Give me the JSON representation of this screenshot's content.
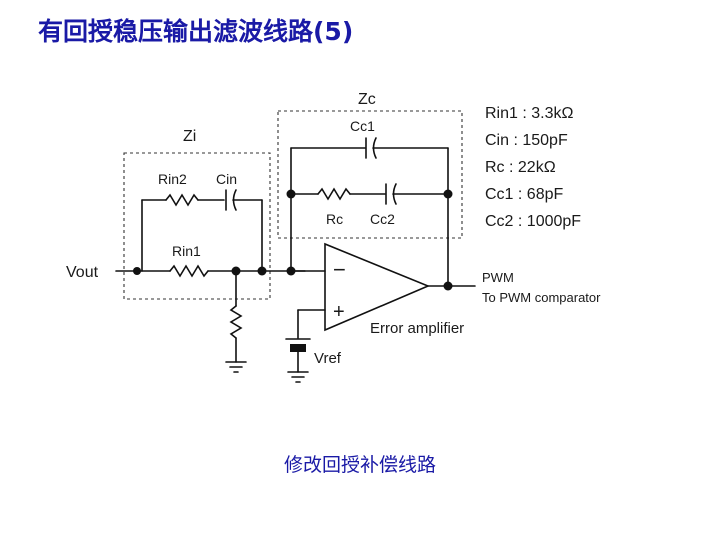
{
  "title": "有回授稳压输出滤波线路(5)",
  "caption": "修改回授补偿线路",
  "schematic": {
    "block_zi": "Zi",
    "block_zc": "Zc",
    "input_label": "Vout",
    "rin1": "Rin1",
    "rin2": "Rin2",
    "cin": "Cin",
    "rc": "Rc",
    "cc1": "Cc1",
    "cc2": "Cc2",
    "minus": "−",
    "plus": "+",
    "amp_label": "Error  amplifier",
    "vref": "Vref",
    "pwm": "PWM",
    "pwm_desc": "To PWM comparator"
  },
  "component_values": [
    {
      "text": "Rin1 : 3.3kΩ"
    },
    {
      "text": "Cin : 150pF"
    },
    {
      "text": "Rc : 22kΩ"
    },
    {
      "text": "Cc1 : 68pF"
    },
    {
      "text": "Cc2 : 1000pF"
    }
  ]
}
